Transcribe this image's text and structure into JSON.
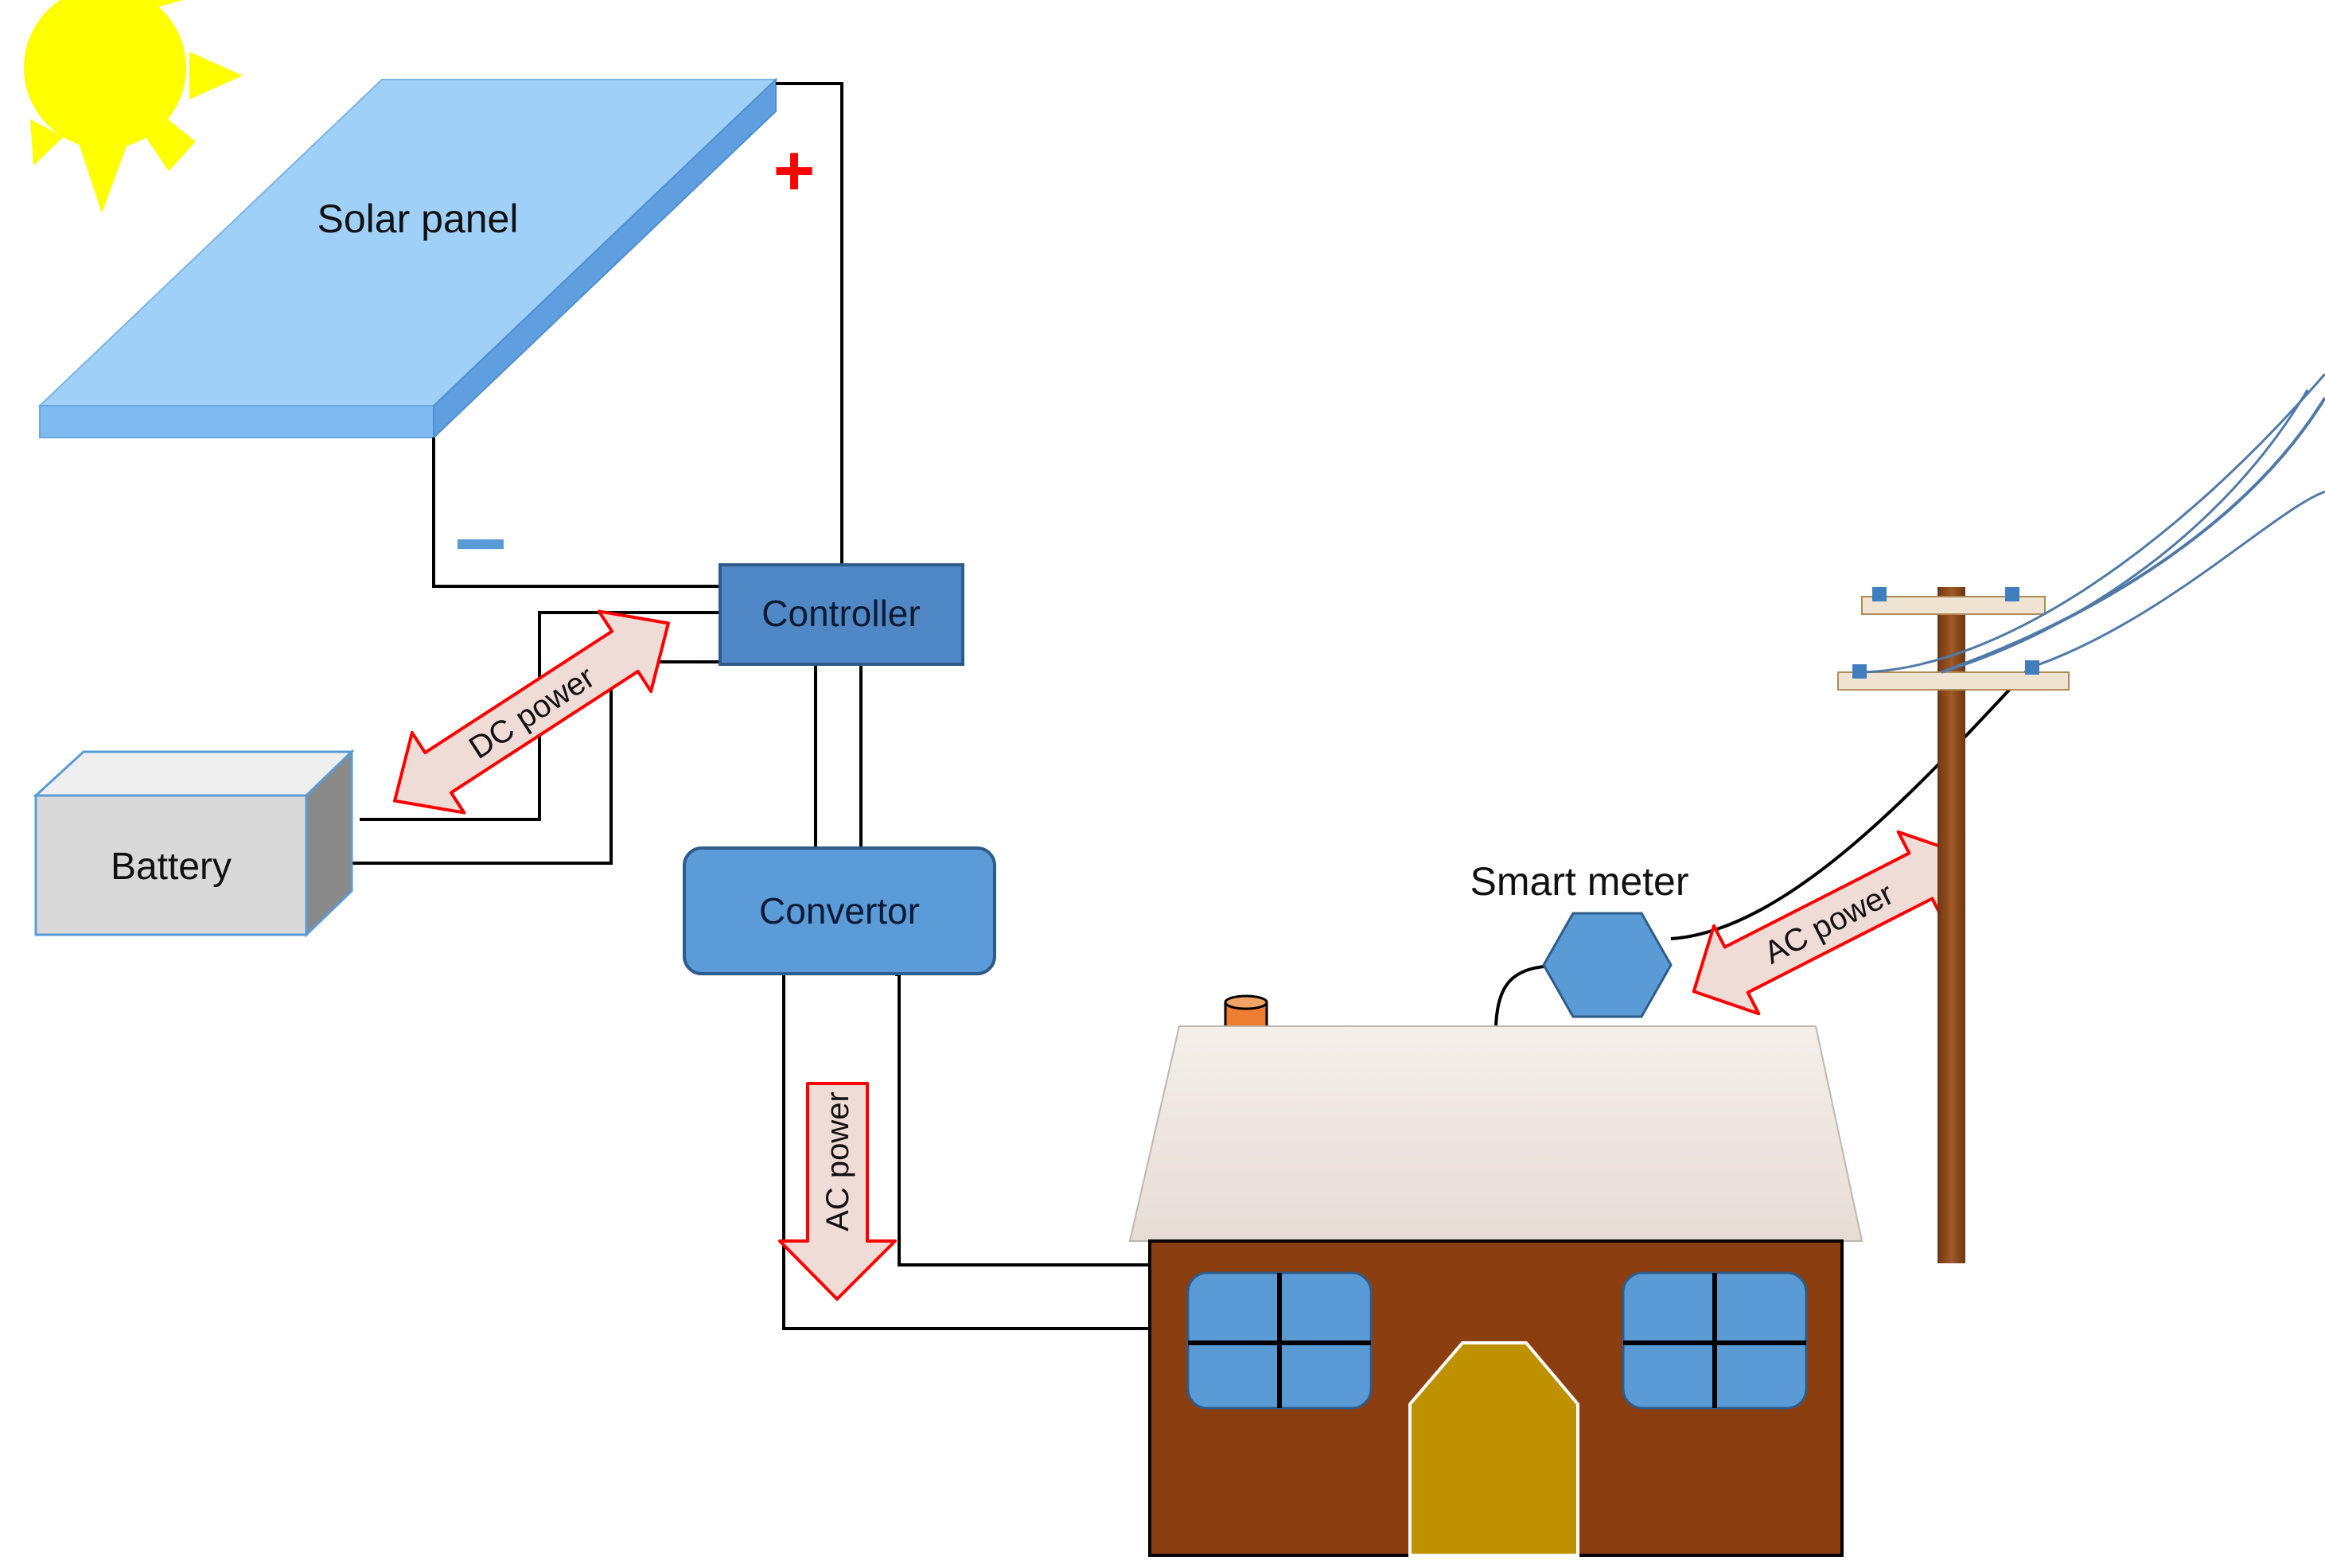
{
  "labels": {
    "solar_panel": "Solar panel",
    "positive": "+",
    "negative": "−",
    "controller": "Controller",
    "battery": "Battery",
    "convertor": "Convertor",
    "smart_meter": "Smart meter",
    "dc_power": "DC power",
    "ac_power_down": "AC power",
    "ac_power_grid": "AC power"
  },
  "colors": {
    "sun": "#ffff00",
    "panel_top": "#9fd0f8",
    "panel_edge": "#6aa6e0",
    "box_fill": "#4f88c4",
    "box_stroke": "#2e5c8a",
    "convertor_fill": "#5a9bd8",
    "battery_fill": "#d9d9d9",
    "arrow_fill": "#f0dcd6",
    "arrow_stroke": "#ff0000",
    "roof": "#efe8e2",
    "house_wall": "#8b3e0f",
    "window": "#5b9bd5",
    "door": "#bf9000",
    "chimney": "#ed7d31",
    "pole": "#8b4a1c",
    "power_line": "#4f79a8",
    "plus_sign": "#ff0000"
  },
  "icons": [
    "sun-icon",
    "solar-panel-icon",
    "battery-icon",
    "house-icon",
    "utility-pole-icon",
    "smart-meter-icon"
  ]
}
